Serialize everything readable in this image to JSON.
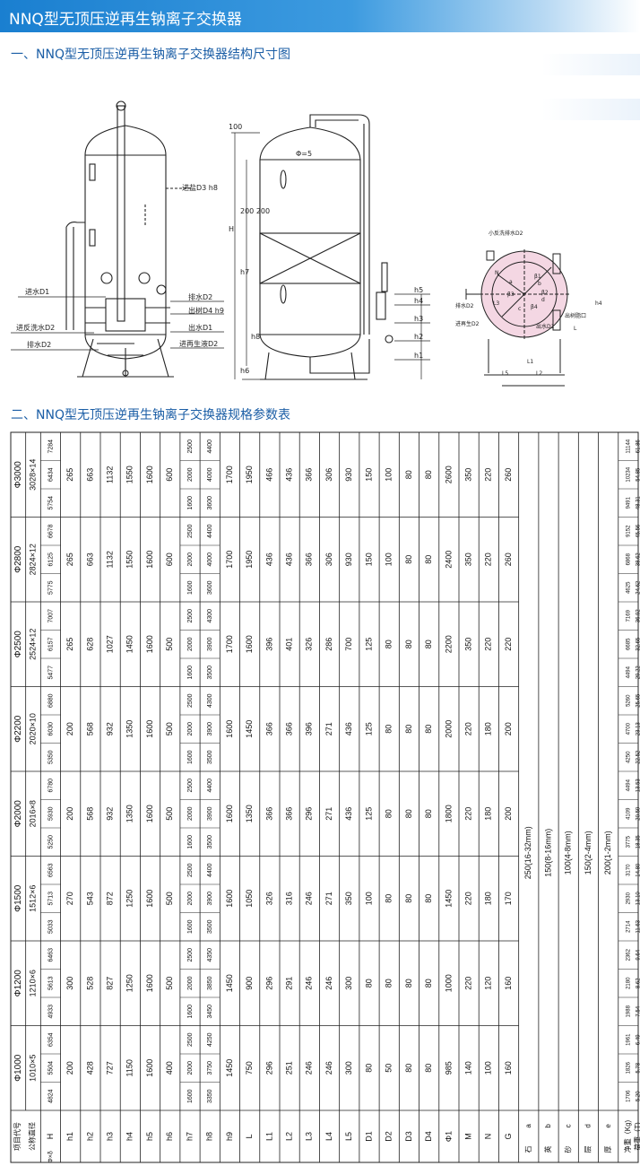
{
  "title": "NNQ型无顶压逆再生钠离子交换器",
  "section1": "一、NNQ型无顶压逆再生钠离子交换器结构尺寸图",
  "section2": "二、NNQ型无顶压逆再生钠离子交换器规格参数表",
  "diagram": {
    "left_labels": {
      "inlet": "进水D1",
      "backwash_in": "进反洗水D2",
      "drain": "排水D2"
    },
    "right_labels": {
      "salt_in": "进盐D3 h8",
      "drain2": "排水D2",
      "out_resin": "出树D4 h9",
      "outlet": "出水D1",
      "regen_in": "进再生液D2"
    },
    "mid_labels": {
      "phi": "Φ=5",
      "H": "H",
      "h7": "h7",
      "h6": "h6",
      "h8": "h8",
      "dim100": "100",
      "dim200": "200 200",
      "h5": "h5",
      "h4": "h4",
      "h3": "h3",
      "h2": "h2",
      "h1": "h1"
    },
    "plan_labels": {
      "top": "小反洗排水D2",
      "side1": "排水D2",
      "side2": "进再生D2",
      "outlet": "出水D1",
      "resin": "出树脂口",
      "a": "a",
      "b": "b",
      "c": "c",
      "d": "d",
      "N": "N",
      "h4": "h4",
      "L": "L",
      "L1": "L1",
      "L2": "L2",
      "L3": "L3",
      "L5": "L5",
      "b1": "β1",
      "b2": "β2",
      "b3": "β3",
      "b4": "β4"
    }
  },
  "table": {
    "header_main": "公称直径",
    "header_sub": "项目代号",
    "header_phixdelta": "Φ×δ",
    "models": [
      {
        "name": "Φ1000",
        "spec": "1010×5"
      },
      {
        "name": "Φ1200",
        "spec": "1210×6"
      },
      {
        "name": "Φ1500",
        "spec": "1512×6"
      },
      {
        "name": "Φ2000",
        "spec": "2016×8"
      },
      {
        "name": "Φ2200",
        "spec": "2020×10"
      },
      {
        "name": "Φ2500",
        "spec": "2524×12"
      },
      {
        "name": "Φ2800",
        "spec": "2824×12"
      },
      {
        "name": "Φ3000",
        "spec": "3028×14"
      }
    ],
    "rows": [
      {
        "label": "H",
        "values": [
          [
            "4824",
            "5504",
            "6354"
          ],
          [
            "4933",
            "5613",
            "6463"
          ],
          [
            "5033",
            "5713",
            "6563"
          ],
          [
            "5250",
            "5930",
            "6780"
          ],
          [
            "5350",
            "6030",
            "6880"
          ],
          [
            "5477",
            "6157",
            "7007"
          ],
          [
            "5775",
            "6125",
            "6678"
          ],
          [
            "5754",
            "6434",
            "7284"
          ]
        ]
      },
      {
        "label": "h1",
        "values": [
          "200",
          "300",
          "270",
          "200",
          "200",
          "265",
          "265",
          "265"
        ]
      },
      {
        "label": "h2",
        "values": [
          "428",
          "528",
          "543",
          "568",
          "568",
          "628",
          "663",
          "663"
        ]
      },
      {
        "label": "h3",
        "values": [
          "727",
          "827",
          "872",
          "932",
          "932",
          "1027",
          "1132",
          "1132"
        ]
      },
      {
        "label": "h4",
        "values": [
          "1150",
          "1250",
          "1250",
          "1350",
          "1350",
          "1450",
          "1550",
          "1550"
        ]
      },
      {
        "label": "h5",
        "values": [
          "1600",
          "1600",
          "1600",
          "1600",
          "1600",
          "1600",
          "1600",
          "1600"
        ]
      },
      {
        "label": "h6",
        "values": [
          "400",
          "500",
          "500",
          "500",
          "500",
          "500",
          "600",
          "600"
        ]
      },
      {
        "label": "h7",
        "values": [
          [
            "1600",
            "2000",
            "2500"
          ],
          [
            "1600",
            "2000",
            "2500"
          ],
          [
            "1600",
            "2000",
            "2500"
          ],
          [
            "1600",
            "2000",
            "2500"
          ],
          [
            "1600",
            "2000",
            "2500"
          ],
          [
            "1600",
            "2000",
            "2500"
          ],
          [
            "1600",
            "2000",
            "2500"
          ],
          [
            "1600",
            "2000",
            "2500"
          ]
        ]
      },
      {
        "label": "h8",
        "values": [
          [
            "3350",
            "3750",
            "4250"
          ],
          [
            "3450",
            "3850",
            "4350"
          ],
          [
            "3500",
            "3900",
            "4400"
          ],
          [
            "3500",
            "3900",
            "4400"
          ],
          [
            "3500",
            "3900",
            "4300"
          ],
          [
            "3500",
            "3900",
            "4300"
          ],
          [
            "3600",
            "4000",
            "4400"
          ],
          [
            "3600",
            "4000",
            "4400"
          ]
        ]
      },
      {
        "label": "h9",
        "values": [
          "1450",
          "1450",
          "1600",
          "1600",
          "1600",
          "1700",
          "1700",
          "1700"
        ]
      },
      {
        "label": "L",
        "values": [
          "750",
          "900",
          "1050",
          "1350",
          "1450",
          "1600",
          "1950",
          "1950"
        ]
      },
      {
        "label": "L1",
        "values": [
          "296",
          "296",
          "326",
          "366",
          "366",
          "396",
          "436",
          "466"
        ]
      },
      {
        "label": "L2",
        "values": [
          "251",
          "291",
          "316",
          "366",
          "366",
          "401",
          "436",
          "436"
        ]
      },
      {
        "label": "L3",
        "values": [
          "246",
          "246",
          "246",
          "296",
          "396",
          "326",
          "366",
          "366"
        ]
      },
      {
        "label": "L4",
        "values": [
          "246",
          "246",
          "271",
          "271",
          "271",
          "286",
          "306",
          "306"
        ]
      },
      {
        "label": "L5",
        "values": [
          "300",
          "300",
          "350",
          "436",
          "436",
          "700",
          "930",
          "930"
        ]
      },
      {
        "label": "D1",
        "values": [
          "80",
          "80",
          "100",
          "125",
          "125",
          "125",
          "150",
          "150"
        ]
      },
      {
        "label": "D2",
        "values": [
          "50",
          "80",
          "80",
          "80",
          "80",
          "80",
          "100",
          "100"
        ]
      },
      {
        "label": "D3",
        "values": [
          "80",
          "80",
          "80",
          "80",
          "80",
          "80",
          "80",
          "80"
        ]
      },
      {
        "label": "D4",
        "values": [
          "80",
          "80",
          "80",
          "80",
          "80",
          "80",
          "80",
          "80"
        ]
      },
      {
        "label": "Φ1",
        "values": [
          "985",
          "1000",
          "1450",
          "1800",
          "2000",
          "2200",
          "2400",
          "2600"
        ]
      },
      {
        "label": "M",
        "values": [
          "140",
          "220",
          "220",
          "220",
          "220",
          "350",
          "350",
          "350"
        ]
      },
      {
        "label": "N",
        "values": [
          "100",
          "120",
          "180",
          "180",
          "180",
          "220",
          "220",
          "220"
        ]
      },
      {
        "label": "G",
        "values": [
          "160",
          "160",
          "170",
          "200",
          "200",
          "220",
          "260",
          "260"
        ]
      }
    ],
    "quartz_group": [
      "石",
      "英",
      "砂",
      "层",
      "厚"
    ],
    "quartz_rows": [
      {
        "label": "a",
        "value": "250(16-32mm)"
      },
      {
        "label": "b",
        "value": "150(8-16mm)"
      },
      {
        "label": "c",
        "value": "100(4-8mm)"
      },
      {
        "label": "d",
        "value": "150(2-4mm)"
      },
      {
        "label": "e",
        "value": "200(1-2mm)"
      }
    ],
    "net_weight_label": "净重（Kg)",
    "net_weight": [
      "1706",
      "1826",
      "1961",
      "1988",
      "2180",
      "2362",
      "2714",
      "2930",
      "3170",
      "3775",
      "4109",
      "4494",
      "4250",
      "4700",
      "5260",
      "4494",
      "6685",
      "7169",
      "4625",
      "6868",
      "9152",
      "9491",
      "10234",
      "11144"
    ],
    "load_label": "荷重（T)",
    "load": [
      "5.20",
      "5.78",
      "6.49",
      "7.54",
      "8.62",
      "9.64",
      "11.63",
      "13.10",
      "14.80",
      "18.35",
      "20.59",
      "13.53",
      "22.52",
      "23.13",
      "25.65",
      "29.22",
      "32.65",
      "36.92",
      "24.62",
      "38.62",
      "45.56",
      "48.31",
      "54.85",
      "61.86"
    ]
  },
  "colors": {
    "title_bar": "#1a7fd0",
    "heading": "#1b5ea6",
    "plan_fill": "#f4d7e3"
  }
}
